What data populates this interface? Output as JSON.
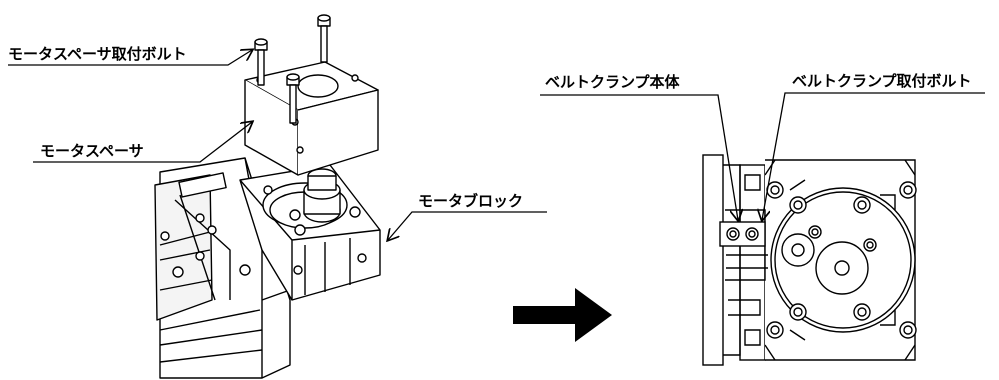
{
  "labels": {
    "spacer_bolt": "モータスペーサ取付ボルト",
    "spacer": "モータスペーサ",
    "motor_block": "モータブロック",
    "clamp_body": "ベルトクランプ本体",
    "clamp_bolt": "ベルトクランプ取付ボルト"
  },
  "colors": {
    "line": "#000000",
    "background": "#ffffff"
  },
  "icons": {
    "arrow": "right-arrow-icon"
  }
}
